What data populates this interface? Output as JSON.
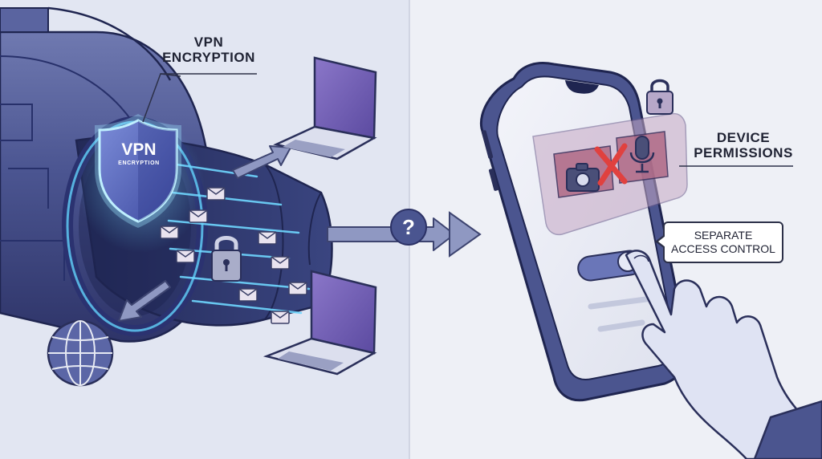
{
  "left_panel": {
    "vpn_label_line1": "VPN",
    "vpn_label_line2": "ENCRYPTION",
    "shield_title": "VPN",
    "shield_subtitle": "ENCRYPTION",
    "icons": [
      "tunnel",
      "shield-icon",
      "padlock-icon",
      "envelope-icon",
      "laptop-icon",
      "globe-icon",
      "arrow-icon"
    ]
  },
  "divider": {
    "question_mark": "?"
  },
  "right_panel": {
    "permissions_label_line1": "DEVICE",
    "permissions_label_line2": "PERMISSIONS",
    "callout_line1": "SEPARATE",
    "callout_line2": "ACCESS CONTROL",
    "icons": [
      "smartphone-icon",
      "camera-icon",
      "microphone-icon",
      "x-mark-icon",
      "padlock-icon",
      "toggle-switch",
      "hand-icon"
    ]
  },
  "colors": {
    "left_background": "#e6e9f3",
    "right_background": "#eef0f6",
    "tunnel": "#4a5590",
    "glow": "#5ec8f2",
    "phone_body": "#4b558f",
    "denied_x": "#e0413f"
  }
}
